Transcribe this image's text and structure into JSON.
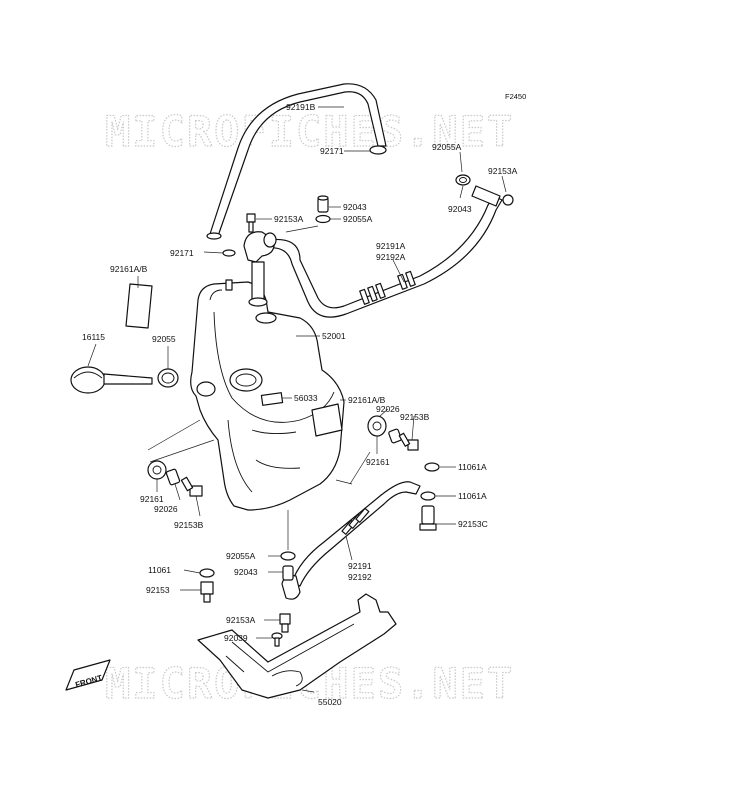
{
  "diagram": {
    "figure_code": "F2450",
    "watermark": "MICROFICHES.NET",
    "front_label": "FRONT",
    "labels": {
      "p92191B": "92191B",
      "p92171_top": "92171",
      "p92055A_top": "92055A",
      "p92153A_top": "92153A",
      "p92043_right": "92043",
      "p92043_mid": "92043",
      "p92055A_mid": "92055A",
      "p92153A_mid": "92153A",
      "p92171_mid": "92171",
      "p92191A": "92191A",
      "p92192A": "92192A",
      "p92161AB_left": "92161A/B",
      "p16115": "16115",
      "p92055": "92055",
      "p52001": "52001",
      "p56033": "56033",
      "p92161AB_right": "92161A/B",
      "p92026_right": "92026",
      "p92153B_right": "92153B",
      "p92161_right": "92161",
      "p11061A_1": "11061A",
      "p11061A_2": "11061A",
      "p92153C": "92153C",
      "p92161_left": "92161",
      "p92026_left": "92026",
      "p92153B_left": "92153B",
      "p92055A_bot": "92055A",
      "p92043_bot": "92043",
      "p11061": "11061",
      "p92153": "92153",
      "p92191": "92191",
      "p92192": "92192",
      "p92153A_bot": "92153A",
      "p92039": "92039",
      "p55020": "55020"
    }
  }
}
